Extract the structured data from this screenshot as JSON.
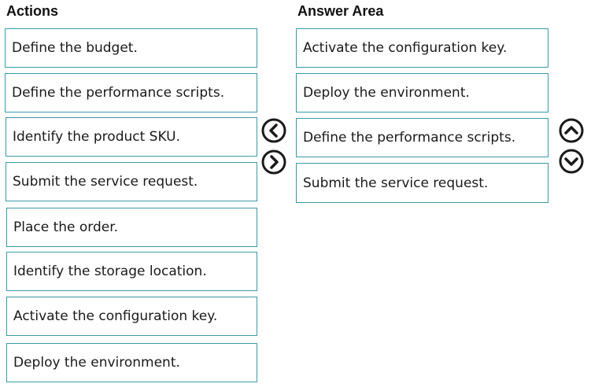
{
  "actions": {
    "heading": "Actions",
    "items": [
      {
        "label": "Define the budget."
      },
      {
        "label": "Define the performance scripts."
      },
      {
        "label": "Identify the product SKU."
      },
      {
        "label": "Submit the service request."
      },
      {
        "label": "Place the order."
      },
      {
        "label": "Identify the storage location."
      },
      {
        "label": "Activate the configuration key."
      },
      {
        "label": "Deploy the environment."
      }
    ]
  },
  "answer_area": {
    "heading": "Answer Area",
    "items": [
      {
        "label": "Activate the configuration key."
      },
      {
        "label": "Deploy the environment."
      },
      {
        "label": "Define the performance scripts."
      },
      {
        "label": "Submit the service request."
      }
    ]
  },
  "controls": {
    "move_left_icon": "chevron-left-circle",
    "move_right_icon": "chevron-right-circle",
    "move_up_icon": "chevron-up-circle",
    "move_down_icon": "chevron-down-circle"
  },
  "colors": {
    "item_border": "#3a9aa8",
    "arrow_stroke": "#1a1a1a"
  }
}
